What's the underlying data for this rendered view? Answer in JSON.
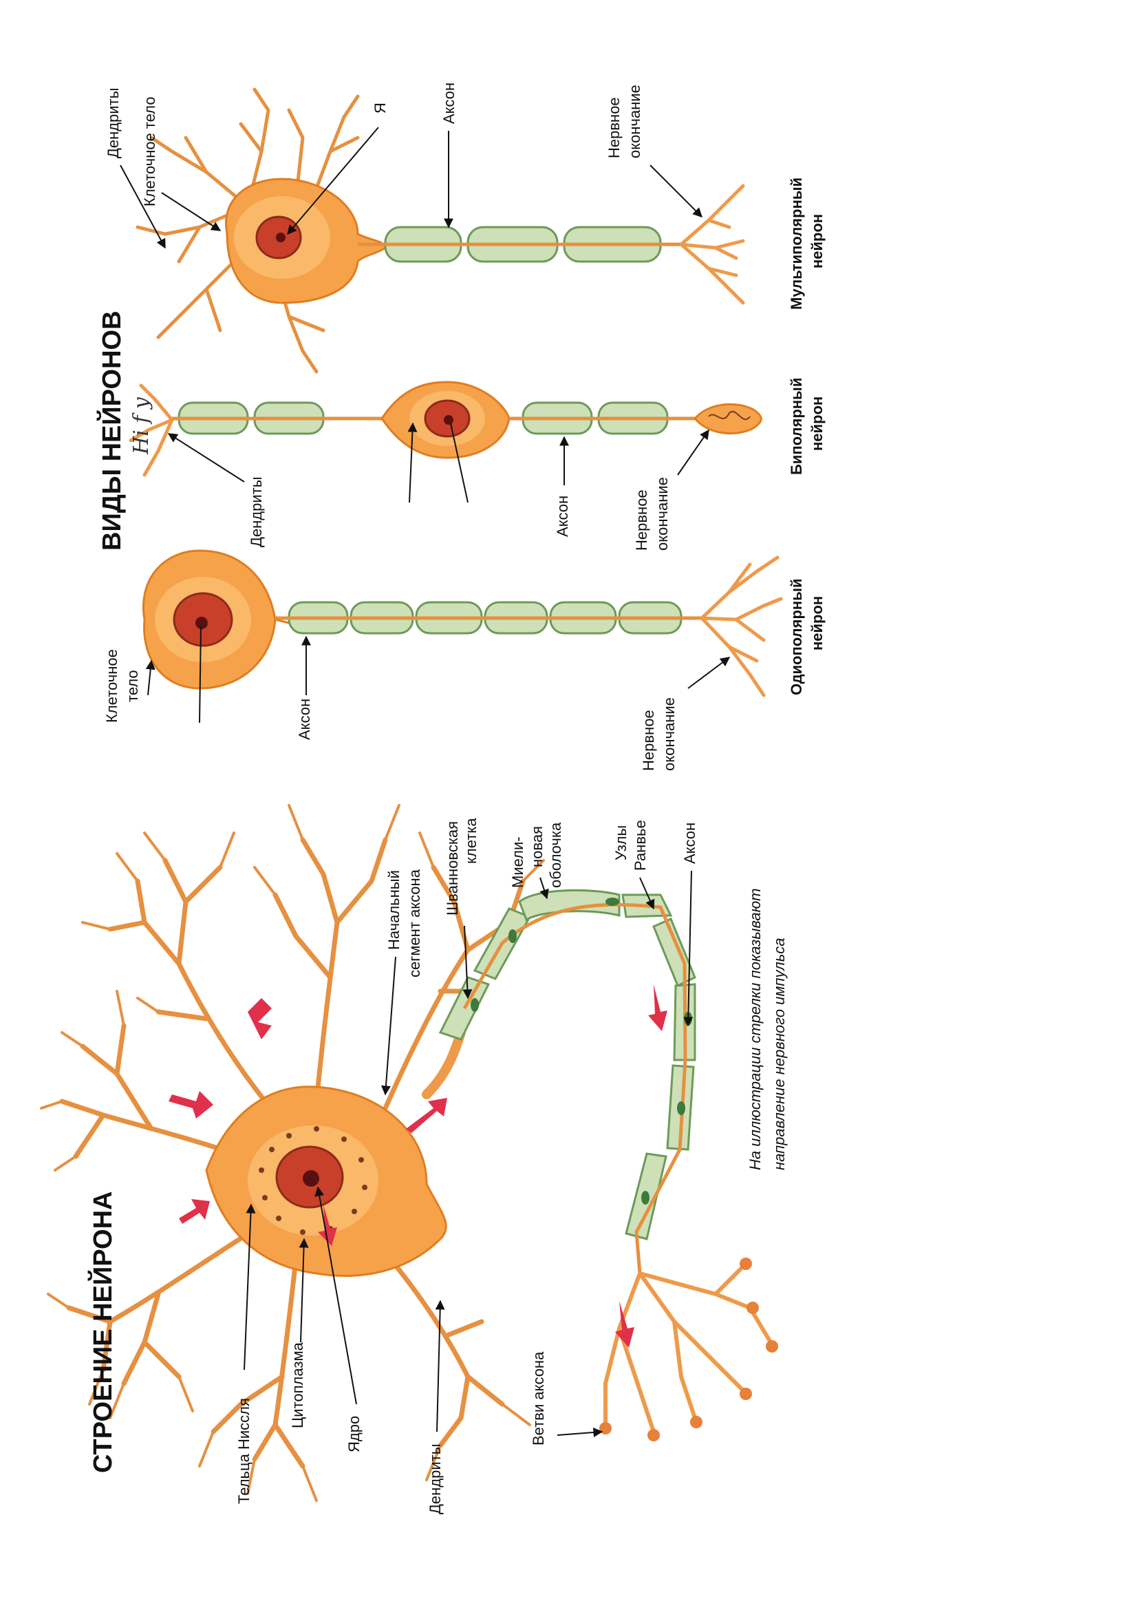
{
  "page": {
    "structure_title": "СТРОЕНИЕ НЕЙРОНА",
    "types_title": "ВИДЫ НЕЙРОНОВ",
    "caption_line1": "На иллюстрации стрелки показывают",
    "caption_line2": "направление нервного импульса"
  },
  "structure_labels": {
    "nissl": "Тельца Нисcля",
    "cytoplasm": "Цитоплазма",
    "nucleus": "Ядро",
    "dendrites": "Дендриты",
    "initial_segment_1": "Начальный",
    "initial_segment_2": "сегмент аксона",
    "schwann_1": "Шванновская",
    "schwann_2": "клетка",
    "myelin_1": "Миели-",
    "myelin_2": "новая",
    "myelin_3": "оболочка",
    "nodes_1": "Узлы",
    "nodes_2": "Ранвье",
    "axon": "Аксон",
    "axon_branches": "Ветви аксона"
  },
  "unipolar": {
    "cell_body_1": "Клеточное",
    "cell_body_2": "тело",
    "axon": "Аксон",
    "ending_1": "Нервное",
    "ending_2": "окончание",
    "name_1": "Одиополярный",
    "name_2": "нейрон"
  },
  "bipolar": {
    "dendrites": "Дендриты",
    "axon": "Аксон",
    "ending_1": "Нервное",
    "ending_2": "окончание",
    "name_1": "Биполярный",
    "name_2": "нейрон",
    "handwriting": "Hi f y"
  },
  "multipolar": {
    "dendrites": "Дендриты",
    "cell_body": "Клеточное тело",
    "nucleus_short": "Я",
    "axon": "Аксон",
    "ending_1": "Нервное",
    "ending_2": "окончание",
    "name_1": "Мультиполярный",
    "name_2": "нейрон"
  },
  "colors": {
    "soma": "#f6a24a",
    "nucleus": "#c8402a",
    "myelin": "#cde0b8",
    "impulse_arrow": "#e0304a"
  }
}
